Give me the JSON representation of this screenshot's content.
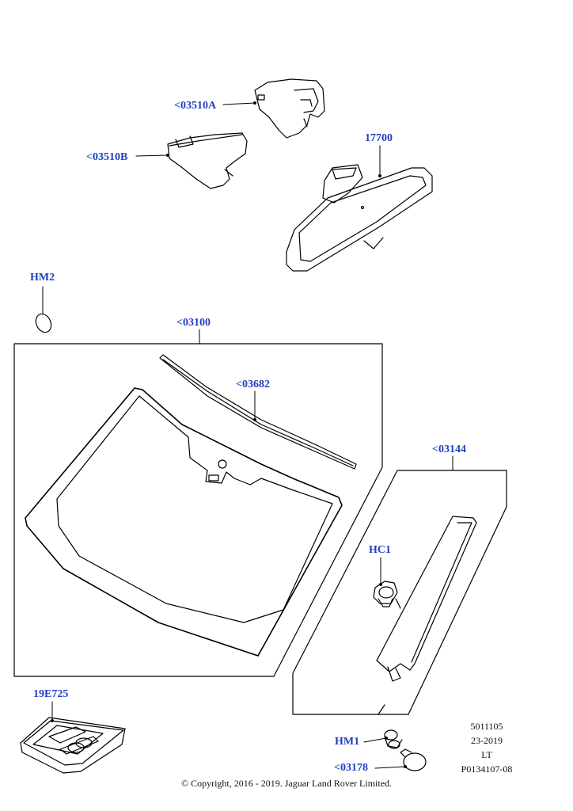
{
  "callouts": {
    "c03510a": "<03510A",
    "c03510b": "<03510B",
    "c17700": "17700",
    "hm2": "HM2",
    "c03100": "<03100",
    "c03682": "<03682",
    "c03144": "<03144",
    "hc1": "HC1",
    "c19e725": "19E725",
    "hm1": "HM1",
    "c03178": "<03178"
  },
  "info": {
    "line1": "5011105",
    "line2": "23-2019",
    "line3": "LT",
    "line4": "P0134107-08"
  },
  "copyright": "© Copyright, 2016 - 2019. Jaguar Land Rover Limited.",
  "colors": {
    "callout": "#1f3fbf",
    "line": "#000000"
  }
}
